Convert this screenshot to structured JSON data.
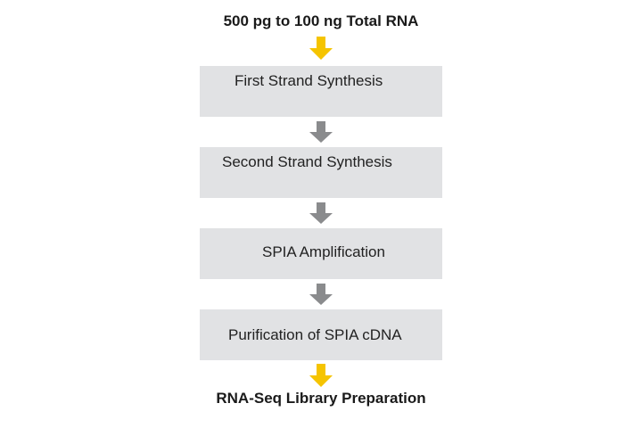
{
  "diagram": {
    "input_label": "500 pg to 100 ng Total RNA",
    "output_label": "RNA-Seq Library Preparation",
    "steps": [
      {
        "label": "First Strand Synthesis"
      },
      {
        "label": "Second Strand Synthesis"
      },
      {
        "label": "SPIA Amplification"
      },
      {
        "label": "Purification of SPIA cDNA"
      }
    ]
  },
  "colors": {
    "endpoint_arrow": "#f5c400",
    "step_arrow": "#8a8b8d",
    "step_box": "#e1e2e4"
  }
}
